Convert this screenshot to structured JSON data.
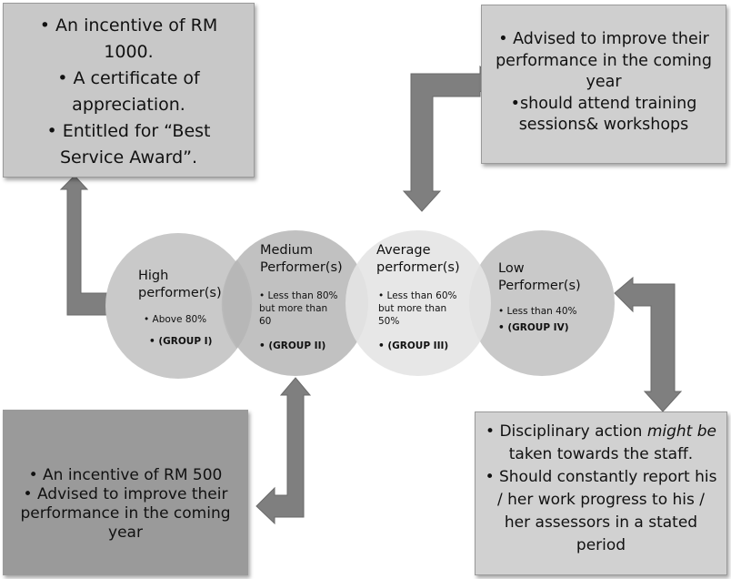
{
  "boxes": {
    "high": [
      "• An incentive of RM 1000.",
      "• A certificate of",
      "appreciation.",
      "• Entitled for “Best",
      "Service Award”."
    ],
    "average": [
      "• Advised to improve their",
      "performance in the coming",
      "year",
      "•should attend training",
      "sessions& workshops"
    ],
    "medium": [
      "• An incentive of RM 500",
      "• Advised to improve their",
      "performance in the coming year"
    ],
    "low": {
      "line1_prefix": "• Disciplinary action ",
      "line1_emph": "might be",
      "lines": [
        "taken towards the staff.",
        "• Should constantly report his",
        "/ her work progress to his /",
        "her assessors in a stated",
        "period"
      ]
    }
  },
  "circles": {
    "high": {
      "label": [
        "High",
        "performer(s)"
      ],
      "items": [
        "• Above 80%",
        "• (GROUP I)"
      ]
    },
    "medium": {
      "label": [
        "Medium",
        "Performer(s)"
      ],
      "items": [
        "• Less than 80%",
        "but more than",
        "60",
        "• (GROUP II)"
      ]
    },
    "average": {
      "label": [
        "Average",
        "performer(s)"
      ],
      "items": [
        "• Less than 60%",
        "but more than",
        "50%",
        "• (GROUP III)"
      ]
    },
    "low": {
      "label": [
        "Low",
        "Performer(s)"
      ],
      "items": [
        "• Less than 40%",
        "• (GROUP IV)"
      ]
    }
  },
  "colors": {
    "connector_fill": "#7f7f7f",
    "connector_stroke": "#6a6a6a",
    "circle_high": "#c9c9c9",
    "circle_medium": "#bcbcbc",
    "circle_average": "#e4e4e4",
    "circle_low": "#c9c9c9"
  }
}
